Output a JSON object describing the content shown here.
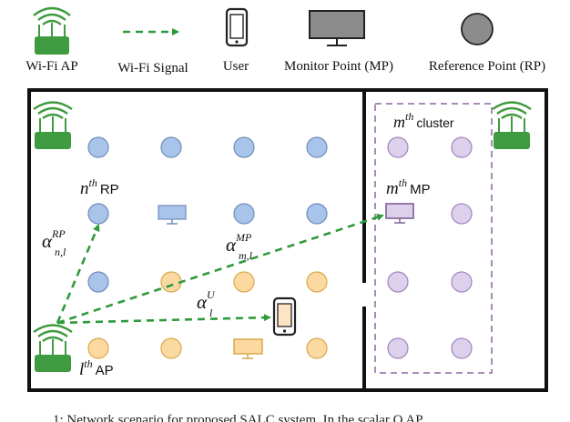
{
  "legend": {
    "ap_label": "Wi-Fi AP",
    "signal_label": "Wi-Fi Signal",
    "user_label": "User",
    "mp_label": "Monitor Point (MP)",
    "rp_label": "Reference Point (RP)"
  },
  "labels": {
    "nth_var": "n",
    "nth_sup": "th",
    "nth_tail": "RP",
    "mth_mp_var": "m",
    "mth_mp_sup": "th",
    "mth_mp_tail": "MP",
    "mth_cluster_var": "m",
    "mth_cluster_sup": "th",
    "mth_cluster_tail": "cluster",
    "lth_var": "l",
    "lth_sup": "th",
    "lth_tail": "AP"
  },
  "alphas": {
    "rp": {
      "base": "α",
      "sup": "RP",
      "sub": "n,l"
    },
    "mp": {
      "base": "α",
      "sup": "MP",
      "sub": "m,l"
    },
    "user": {
      "base": "α",
      "sup": "U",
      "sub": "l"
    }
  },
  "caption": "1: Network scenario for proposed SALC system. In the scalar Q AP",
  "colors": {
    "rp_blue": "#a9c4ea",
    "rp_orange": "#fbd9a0",
    "rp_purple": "#ddd0ec",
    "signal": "#2e9a3a",
    "ap_green": "#3f9b3f",
    "monitor_gray": "#8c8c8c",
    "cluster_border": "#a88bb8"
  }
}
